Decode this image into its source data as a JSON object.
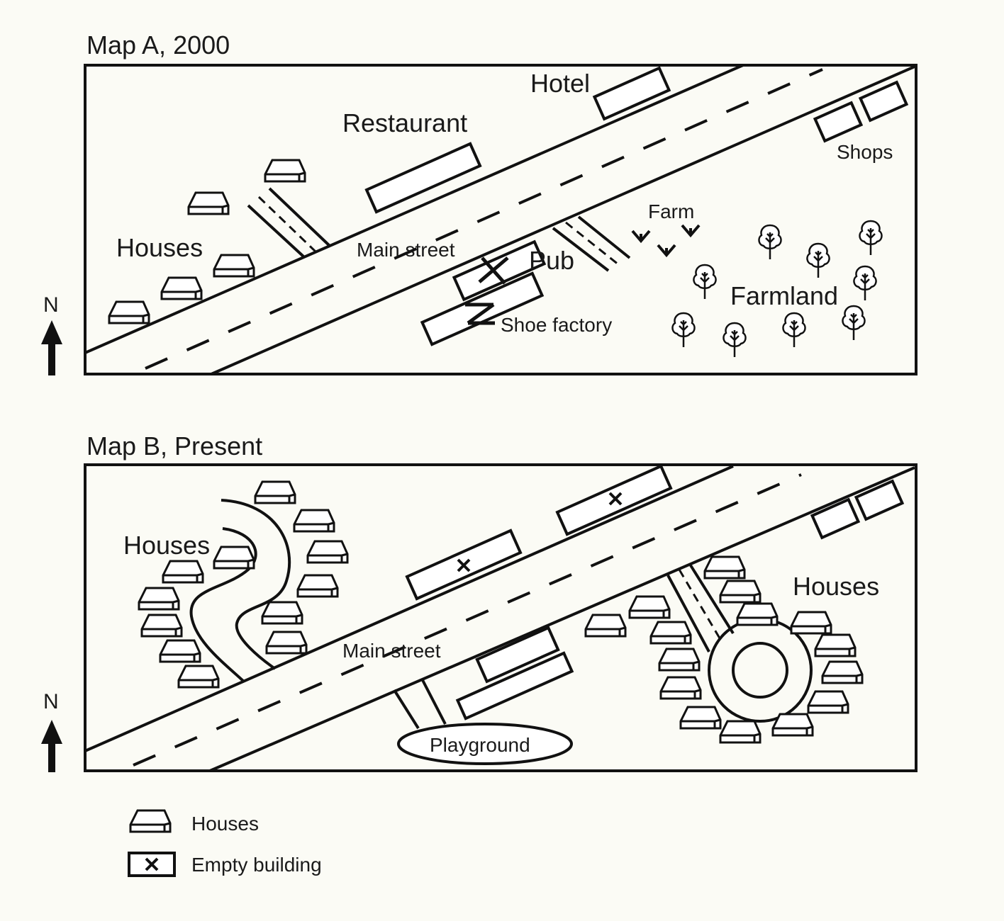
{
  "maps": {
    "a": {
      "title": "Map A, 2000",
      "labels": {
        "houses": "Houses",
        "restaurant": "Restaurant",
        "hotel": "Hotel",
        "shops": "Shops",
        "main_street": "Main street",
        "pub": "Pub",
        "shoe_factory": "Shoe factory",
        "farm": "Farm",
        "farmland": "Farmland"
      }
    },
    "b": {
      "title": "Map B, Present",
      "labels": {
        "houses_west": "Houses",
        "houses_east": "Houses",
        "main_street": "Main street",
        "playground": "Playground"
      }
    }
  },
  "compass": {
    "label": "N"
  },
  "legend": {
    "houses": "Houses",
    "empty_building": "Empty building"
  },
  "colors": {
    "ink": "#111111",
    "background": "#fbfbf5",
    "fill": "#ffffff"
  }
}
